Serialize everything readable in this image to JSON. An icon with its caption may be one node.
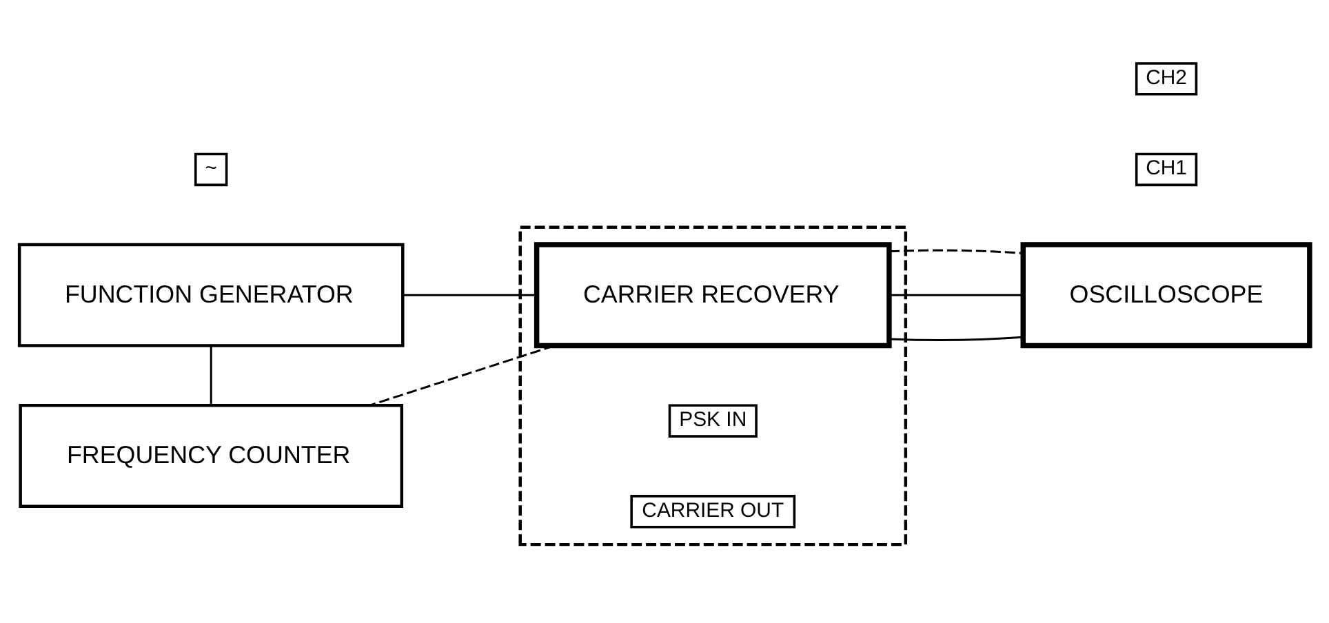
{
  "diagram": {
    "nodes": [
      {
        "text": [],
        "shape": "box"
      },
      {
        "text": [
          "FUNCTION GENERATOR"
        ]
      },
      {
        "text": [
          "CARRIER RECOVERY"
        ],
        "in": 0
      },
      {
        "text": [
          "FREQUENCY COUNTER"
        ]
      },
      {
        "text": [
          "OSCILLOSCOPE"
        ]
      }
    ],
    "edges": [
      {
        "from": 1,
        "to": 2,
        "arrow": "none"
      },
      {
        "from": 2,
        "to": 4,
        "arrow": "none"
      },
      {
        "from": 2,
        "to": 4,
        "arrow": "none"
      },
      {
        "from": 2,
        "to": 4,
        "arrow": "none",
        "style": "dashed"
      },
      {
        "from": 1,
        "to": 3,
        "arrow": "none"
      },
      {
        "from": 2,
        "to": 3,
        "arrow": "none",
        "style": "dashed"
      }
    ],
    "labels": [
      "CH1",
      "~",
      "PSK IN",
      "CH2",
      "CARRIER OUT"
    ]
  }
}
